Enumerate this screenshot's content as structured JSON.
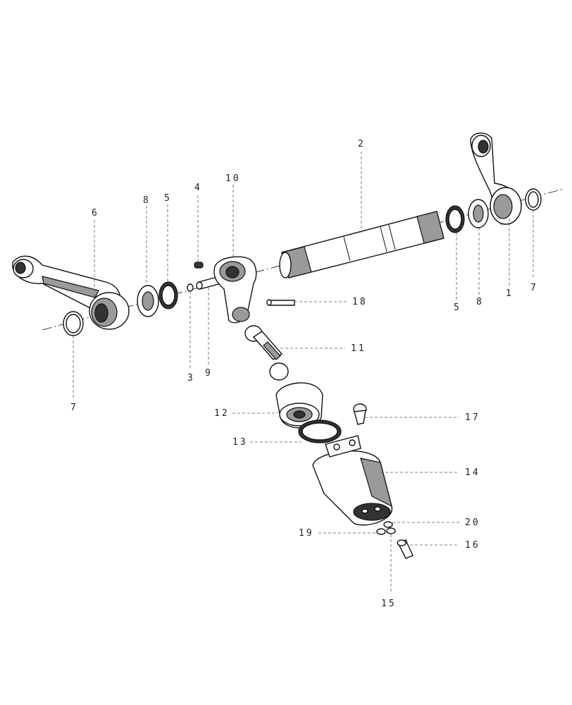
{
  "callouts": [
    {
      "id": "c1",
      "label": "1"
    },
    {
      "id": "c2",
      "label": "2"
    },
    {
      "id": "c3",
      "label": "3"
    },
    {
      "id": "c4",
      "label": "4"
    },
    {
      "id": "c5a",
      "label": "5"
    },
    {
      "id": "c5b",
      "label": "5"
    },
    {
      "id": "c6",
      "label": "6"
    },
    {
      "id": "c7a",
      "label": "7"
    },
    {
      "id": "c7b",
      "label": "7"
    },
    {
      "id": "c8a",
      "label": "8"
    },
    {
      "id": "c8b",
      "label": "8"
    },
    {
      "id": "c9",
      "label": "9"
    },
    {
      "id": "c10",
      "label": "10"
    },
    {
      "id": "c11",
      "label": "11"
    },
    {
      "id": "c12",
      "label": "12"
    },
    {
      "id": "c13",
      "label": "13"
    },
    {
      "id": "c14",
      "label": "14"
    },
    {
      "id": "c15",
      "label": "15"
    },
    {
      "id": "c16",
      "label": "16"
    },
    {
      "id": "c17",
      "label": "17"
    },
    {
      "id": "c18",
      "label": "18"
    },
    {
      "id": "c19",
      "label": "19"
    },
    {
      "id": "c20",
      "label": "20"
    }
  ]
}
